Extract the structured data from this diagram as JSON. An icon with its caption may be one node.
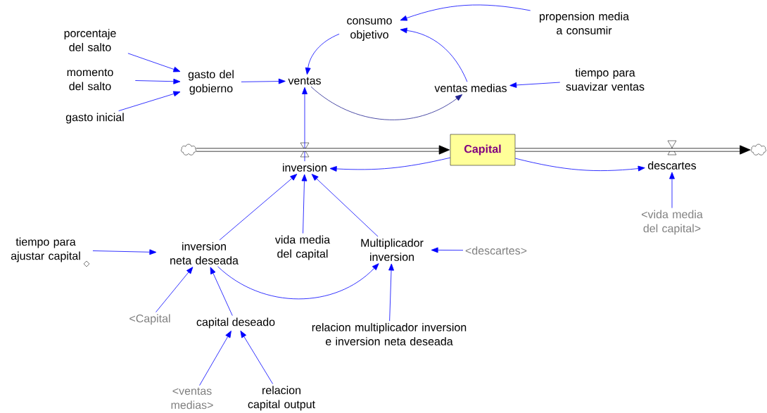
{
  "diagram": {
    "nodes": [
      {
        "text": [
          "consumo objetivo"
        ]
      },
      {
        "text": [
          "propension media a consumir"
        ]
      },
      {
        "text": [
          "porcentaje del salto"
        ]
      },
      {
        "text": [
          "momento del salto"
        ]
      },
      {
        "text": [
          "gasto del gobierno"
        ]
      },
      {
        "text": [
          "ventas"
        ]
      },
      {
        "text": [
          "ventas medias"
        ]
      },
      {
        "text": [
          "tiempo para suavizar ventas"
        ]
      },
      {
        "text": [
          "gasto inicial"
        ]
      },
      {
        "text": [],
        "shape": "cloud"
      },
      {
        "text": [
          "Capital"
        ]
      },
      {
        "text": [],
        "shape": "cloud"
      },
      {
        "text": [
          "inversion"
        ]
      },
      {
        "text": [
          "descartes"
        ]
      },
      {
        "text": [
          "<vida media del capital>"
        ]
      },
      {
        "text": [
          "tiempo para ajustar capital"
        ]
      },
      {
        "text": [
          "inversion neta deseada"
        ]
      },
      {
        "text": [
          "vida media del capital"
        ]
      },
      {
        "text": [
          "Multiplicador inversion"
        ]
      },
      {
        "text": [
          "<descartes>"
        ]
      },
      {
        "text": [
          "<Capital"
        ]
      },
      {
        "text": [
          "capital deseado"
        ]
      },
      {
        "text": [
          "relacion multiplicador inversion e inversion neta deseada"
        ]
      },
      {
        "text": [
          "<ventas medias>"
        ]
      },
      {
        "text": [
          "relacion capital output"
        ]
      }
    ],
    "edges": [
      {
        "from": 1,
        "to": 0,
        "arrow": "to"
      },
      {
        "from": 6,
        "to": 0,
        "arrow": "to"
      },
      {
        "from": 0,
        "to": 5,
        "arrow": "to"
      },
      {
        "from": 2,
        "to": 4,
        "arrow": "to"
      },
      {
        "from": 3,
        "to": 4,
        "arrow": "to"
      },
      {
        "from": 8,
        "to": 4,
        "arrow": "to"
      },
      {
        "from": 4,
        "to": 5,
        "arrow": "to"
      },
      {
        "from": 5,
        "to": 6,
        "arrow": "to",
        "color": "#1f1f8f"
      },
      {
        "from": 7,
        "to": 6,
        "arrow": "to"
      },
      {
        "from": 12,
        "to": 5,
        "arrow": "to"
      },
      {
        "from": 9,
        "to": 10,
        "arrow": "to",
        "style": "thick",
        "color": "#000000"
      },
      {
        "from": 10,
        "to": 11,
        "arrow": "to",
        "style": "thick",
        "color": "#000000"
      },
      {
        "from": 10,
        "to": 12,
        "arrow": "to"
      },
      {
        "from": 10,
        "to": 13,
        "arrow": "to"
      },
      {
        "from": 14,
        "to": 13,
        "arrow": "to"
      },
      {
        "from": 16,
        "to": 12,
        "arrow": "to"
      },
      {
        "from": 17,
        "to": 12,
        "arrow": "to"
      },
      {
        "from": 18,
        "to": 12,
        "arrow": "to"
      },
      {
        "from": 15,
        "to": 16,
        "arrow": "to"
      },
      {
        "from": 19,
        "to": 18,
        "arrow": "to"
      },
      {
        "from": 16,
        "to": 18,
        "arrow": "to"
      },
      {
        "from": 20,
        "to": 16,
        "arrow": "to"
      },
      {
        "from": 21,
        "to": 16,
        "arrow": "to"
      },
      {
        "from": 22,
        "to": 18,
        "arrow": "to"
      },
      {
        "from": 23,
        "to": 21,
        "arrow": "to"
      },
      {
        "from": 24,
        "to": 21,
        "arrow": "to"
      }
    ]
  }
}
